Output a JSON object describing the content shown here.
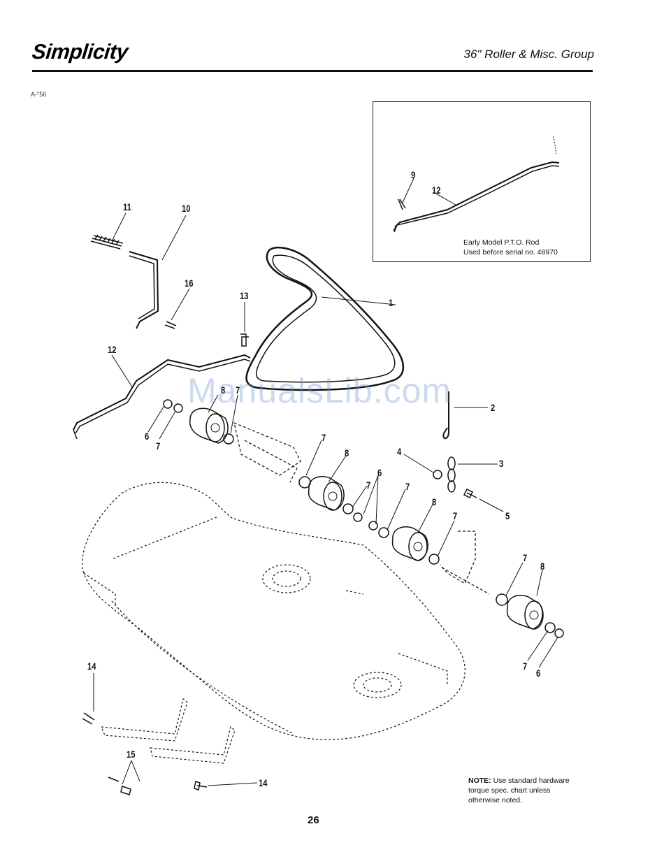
{
  "header": {
    "brand": "Simplicity",
    "title": "36\" Roller & Misc. Group"
  },
  "figure_id": "A-\"56",
  "inset": {
    "caption_line1": "Early Model P.T.O. Rod",
    "caption_line2": "Used before serial no. 48970"
  },
  "callouts": {
    "c1": "1",
    "c2": "2",
    "c3": "3",
    "c4": "4",
    "c5": "5",
    "c6a": "6",
    "c6b": "6",
    "c6c": "6",
    "c7a": "7",
    "c7b": "7",
    "c7c": "7",
    "c7d": "7",
    "c7e": "7",
    "c7f": "7",
    "c7g": "7",
    "c7h": "7",
    "c8a": "8",
    "c8b": "8",
    "c8c": "8",
    "c9": "9",
    "c10": "10",
    "c11": "11",
    "c12a": "12",
    "c12b": "12",
    "c13": "13",
    "c14a": "14",
    "c14b": "14",
    "c15": "15",
    "c16": "16"
  },
  "note": {
    "label": "NOTE:",
    "text_line1": "Use standard hardware",
    "text_line2": "torque spec. chart unless",
    "text_line3": "otherwise noted."
  },
  "watermark": "ManualsLib.com",
  "page_number": "26"
}
